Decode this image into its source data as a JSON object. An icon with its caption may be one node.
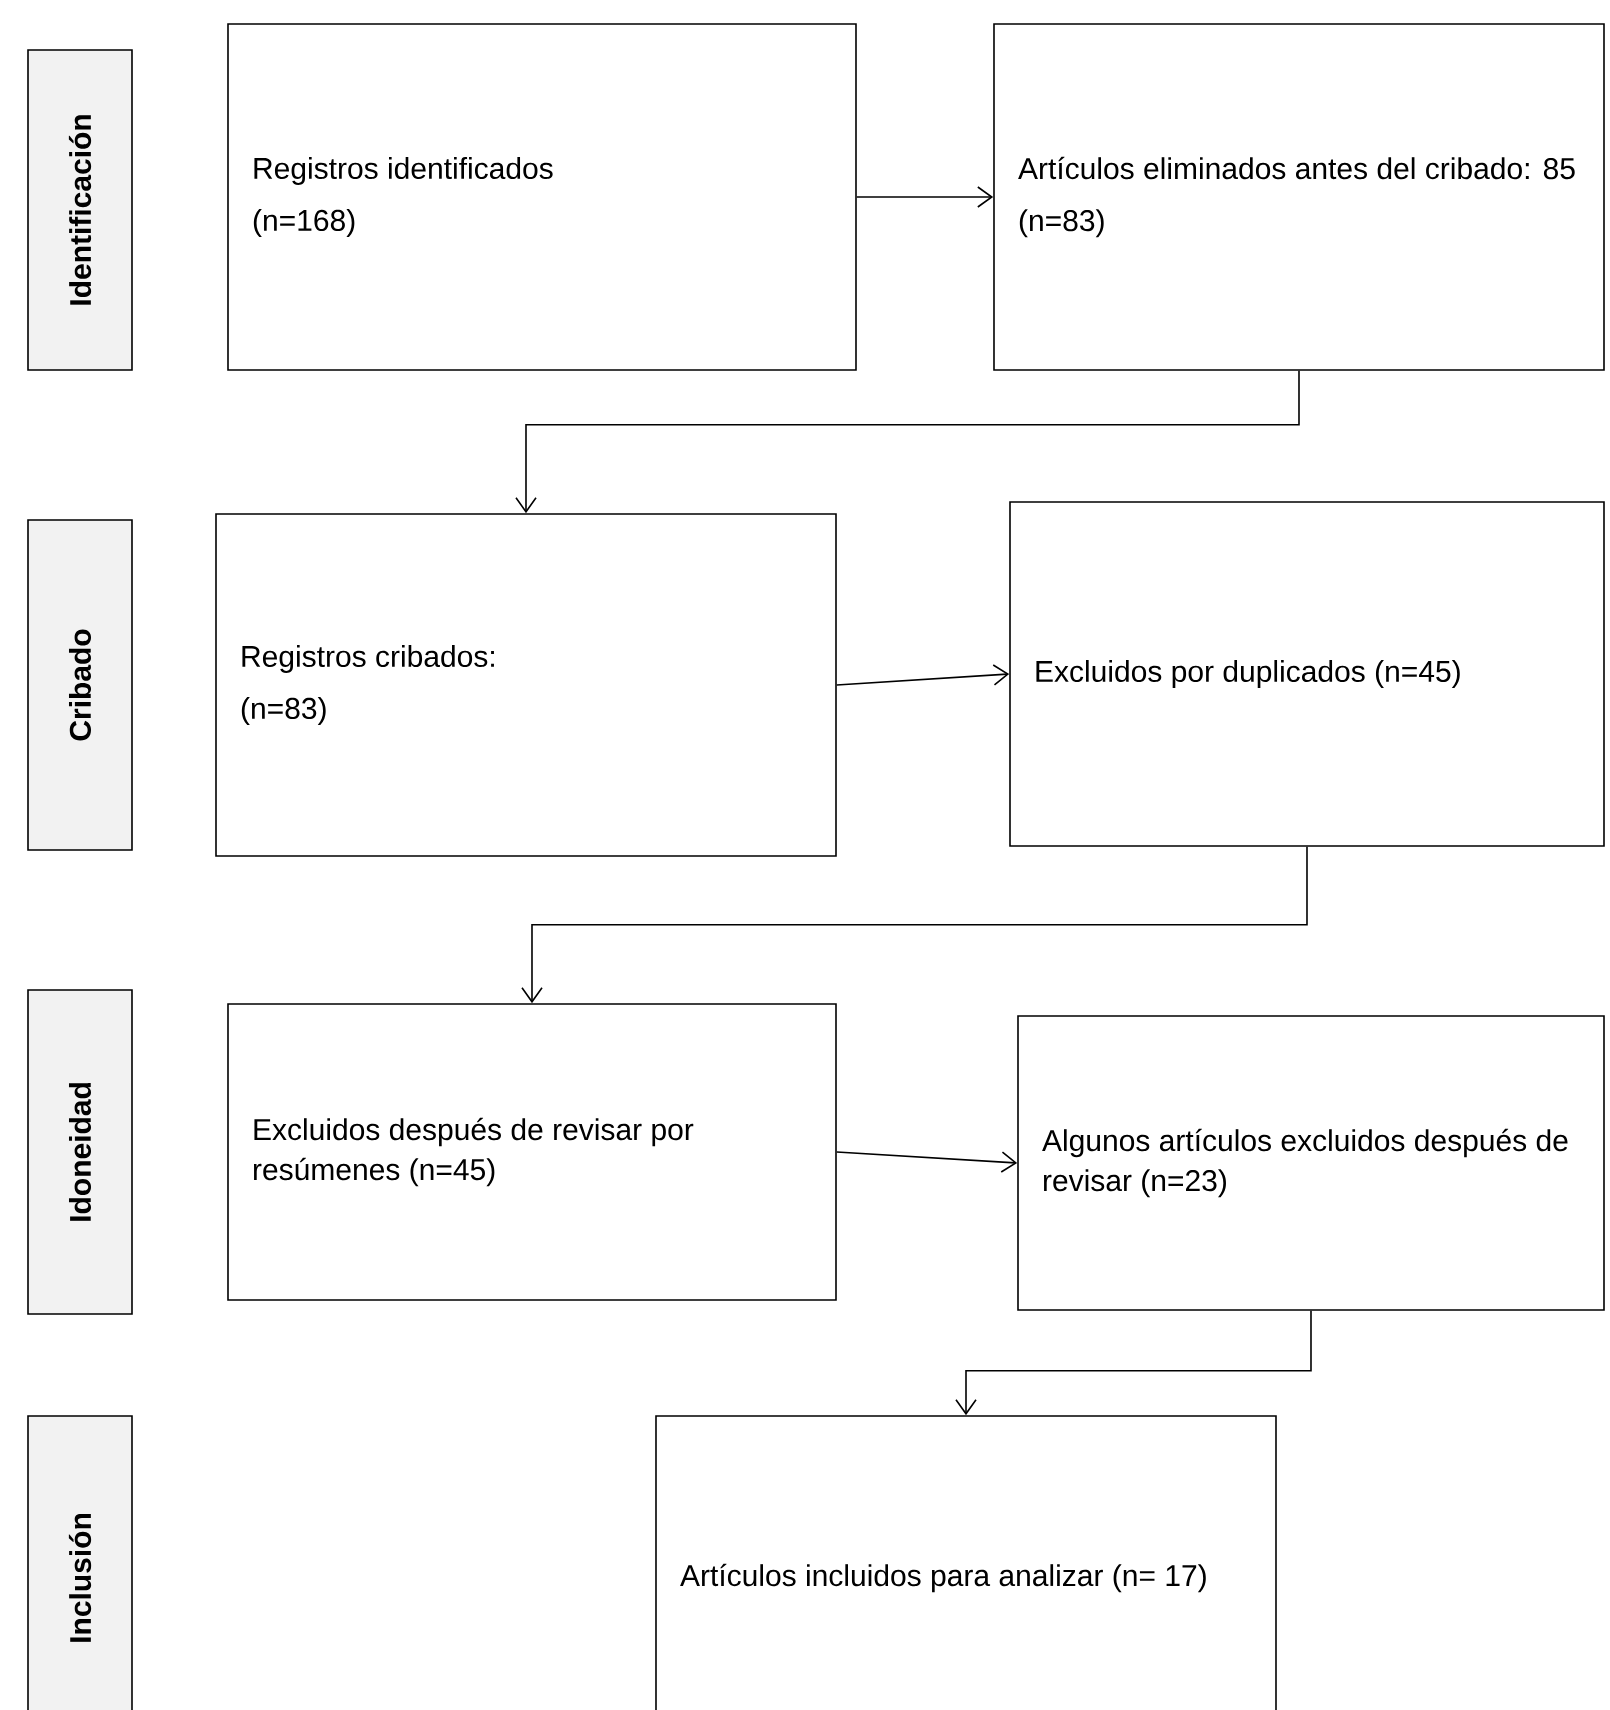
{
  "diagram": {
    "nodes": [
      {
        "text": [
          "Identificación"
        ]
      },
      {
        "text": [
          "Registros identificados",
          "(n=168)"
        ]
      },
      {
        "text": [
          "Artículos eliminados antes del cribado: 85",
          "(n=83)"
        ]
      },
      {
        "text": [
          "Cribado"
        ]
      },
      {
        "text": [
          "Registros cribados:",
          "(n=83)"
        ]
      },
      {
        "text": [
          "Excluidos por duplicados (n=45)"
        ]
      },
      {
        "text": [
          "Idoneidad"
        ]
      },
      {
        "text": [
          "Excluidos después de revisar por resúmenes (n=45)"
        ]
      },
      {
        "text": [
          "Algunos artículos excluidos después de revisar (n=23)"
        ]
      },
      {
        "text": [
          "Inclusión"
        ]
      },
      {
        "text": [
          "Artículos incluidos para analizar (n= 17)"
        ]
      }
    ],
    "edges": [
      {
        "from": 1,
        "to": 2,
        "arrow": "to"
      },
      {
        "from": 2,
        "to": 4,
        "arrow": "to"
      },
      {
        "from": 4,
        "to": 5,
        "arrow": "to"
      },
      {
        "from": 5,
        "to": 7,
        "arrow": "to"
      },
      {
        "from": 7,
        "to": 8,
        "arrow": "to"
      },
      {
        "from": 8,
        "to": 10,
        "arrow": "to"
      }
    ]
  }
}
